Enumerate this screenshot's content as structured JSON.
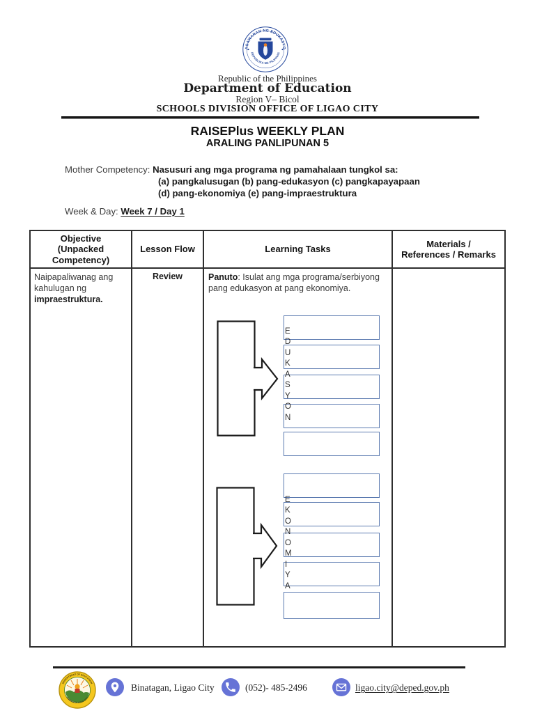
{
  "page": {
    "header": {
      "republic": "Republic of the Philippines",
      "department": "Department of Education",
      "region": "Region V– Bicol",
      "division": "SCHOOLS DIVISION OFFICE OF LIGAO CITY"
    },
    "seals": {
      "top_arc": "KAGAWARAN NG EDUKASYON",
      "top_bottom_arc": "REPUBLIKA NG PILIPINAS",
      "footer_top_arc": "DEPARTMENT OF EDUCATION",
      "footer_bottom_arc": "DIVISION OF LIGAO CITY"
    },
    "title": "RAISEPlus WEEKLY PLAN",
    "subtitle": "ARALING PANLIPUNAN 5",
    "mother_competency": {
      "label": "Mother Competency:",
      "text": "Nasusuri ang mga programa ng pamahalaan tungkol sa:",
      "items_line1": "(a) pangkalusugan (b) pang-edukasyon (c) pangkapayapaan",
      "items_line2": "(d) pang-ekonomiya (e) pang-impraestruktura"
    },
    "week_day": {
      "label": "Week & Day:",
      "value": "Week 7 / Day 1"
    },
    "table": {
      "col1_header": "Objective\n(Unpacked\nCompetency)",
      "col2_header": "Lesson Flow",
      "col3_header": "Learning Tasks",
      "col4_header": "Materials /\nReferences / Remarks",
      "objective_text": "Naipapaliwanag ang kahulugan ng ",
      "objective_bold": "impraestruktura.",
      "lesson_flow": "Review",
      "task_label": "Panuto",
      "task_text": ": Isulat ang mga programa/serbiyong pang edukasyon at pang ekonomiya.",
      "diagram1_word": "EDUKASYON",
      "diagram2_word": "EKONOMIYA"
    },
    "footer": {
      "location": "Binatagan, Ligao City",
      "phone": "(052)- 485-2496",
      "email": "ligao.city@deped.gov.ph"
    },
    "colors": {
      "answer_box_border": "#5b7ab0",
      "footer_icon_blue": "#6673d6",
      "seal_blue": "#24479c",
      "seal_yellow": "#f4c71f"
    }
  }
}
